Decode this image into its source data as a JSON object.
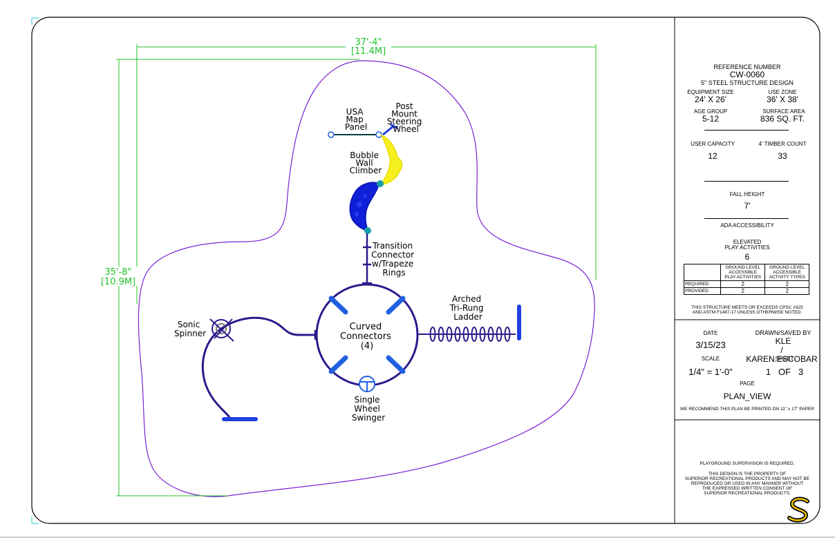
{
  "dimensions": {
    "width_label": "37'-4\"",
    "width_metric": "[11.4M]",
    "height_label": "35'-8\"",
    "height_metric": "[10.9M]"
  },
  "components": {
    "usa_map_panel": [
      "USA",
      "Map",
      "Panel"
    ],
    "steering_wheel": [
      "Post",
      "Mount",
      "Steering",
      "Wheel"
    ],
    "bubble_wall": [
      "Bubble",
      "Wall",
      "Climber"
    ],
    "transition": [
      "Transition",
      "Connector",
      "w/Trapeze",
      "Rings"
    ],
    "ladder": [
      "Arched",
      "Tri-Rung",
      "Ladder"
    ],
    "curved_connectors": [
      "Curved",
      "Connectors",
      "(4)"
    ],
    "sonic_spinner": [
      "Sonic",
      "Spinner"
    ],
    "wheel_swinger": [
      "Single",
      "Wheel",
      "Swinger"
    ]
  },
  "title_block": {
    "reference_label": "REFERENCE NUMBER",
    "reference_number": "CW-0060",
    "design": "5\" STEEL STRUCTURE DESIGN",
    "equipment_size_label": "EQUIPMENT SIZE",
    "equipment_size": "24' X 26'",
    "use_zone_label": "USE ZONE",
    "use_zone": "36' X 38'",
    "age_group_label": "AGE GROUP",
    "age_group": "5-12",
    "surface_area_label": "SURFACE AREA",
    "surface_area": "836 SQ. FT.",
    "user_capacity_label": "USER CAPACITY",
    "user_capacity": "12",
    "timber_count_label": "4' TIMBER COUNT",
    "timber_count": "33",
    "fall_height_label": "FALL HEIGHT",
    "fall_height": "7'",
    "ada_label": "ADA ACCESSIBILITY",
    "elevated_label_1": "ELEVATED",
    "elevated_label_2": "PLAY ACTIVITIES",
    "elevated_count": "6",
    "ada_table": {
      "col1": [
        "GROUND LEVEL",
        "ACCESSIBLE",
        "PLAY ACTIVITIES"
      ],
      "col2": [
        "GROUND LEVEL",
        "ACCESSIBLE",
        "ACTIVITY TYPES"
      ],
      "rows": [
        {
          "label": "REQUIRED",
          "a": "2",
          "b": "2"
        },
        {
          "label": "PROVIDED",
          "a": "2",
          "b": "2"
        }
      ]
    },
    "cpsc_note_1": "THIS STRUCTURE MEETS OR EXCEEDS CPSC #325",
    "cpsc_note_2": "AND ASTM F1487-17 UNLESS OTHERWISE NOTED.",
    "date_label": "DATE",
    "date": "3/15/23",
    "drawn_label": "DRAWN/SAVED BY",
    "drawn_by_1": "KLE",
    "drawn_by_2": "/ KAREN.ESCOBAR",
    "scale_label": "SCALE",
    "scale": "1/4\" = 1'-0\"",
    "sheet_label": "SHEET",
    "sheet": "1   OF   3",
    "page_label": "PAGE",
    "page": "PLAN_VIEW",
    "print_note": "WE RECOMMEND THIS PLAN BE PRINTED ON 11\" x 17\" PAPER",
    "supervision": "PLAYGROUND SUPERVISION IS REQUIRED.",
    "property_note": [
      "THIS DESIGN IS THE PROPERTY OF",
      "SUPERIOR RECREATIONAL PRODUCTS AND MAY NOT BE",
      "REPRODUCED OR USED IN ANY MANNER WITHOUT",
      "THE EXPRESSED WRITTEN CONSENT OF",
      "SUPERIOR RECREATIONAL PRODUCTS."
    ]
  },
  "colors": {
    "structure": "#2a1a8c",
    "component_blue": "#1f3fe0",
    "use_zone": "#7a1fd6",
    "dimension": "#22c22a",
    "slide_yellow": "#f5f020",
    "climber_blue": "#1020d8",
    "node_teal": "#15a0a8"
  }
}
